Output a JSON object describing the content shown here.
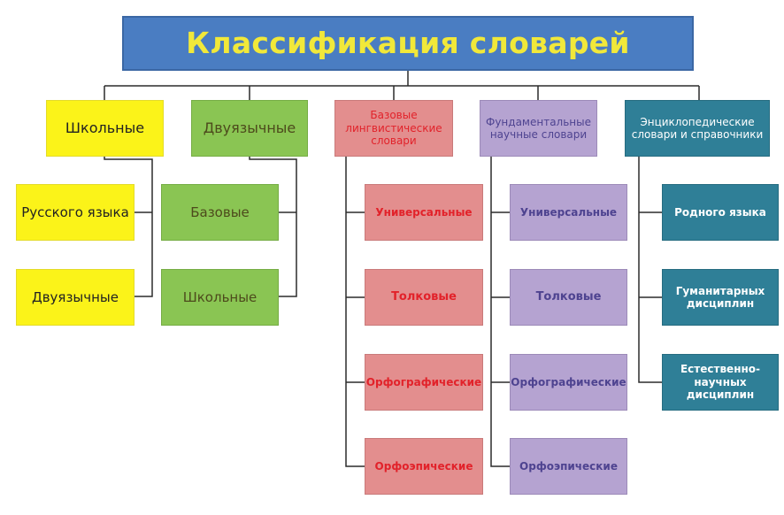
{
  "title": "Классификация словарей",
  "columns": [
    {
      "header": "Школьные",
      "items": [
        "Русского языка",
        "Двуязычные"
      ]
    },
    {
      "header": "Двуязычные",
      "items": [
        "Базовые",
        "Школьные"
      ]
    },
    {
      "header": "Базовые лингвистические словари",
      "items": [
        "Универсальные",
        "Толковые",
        "Орфографические",
        "Орфоэпические"
      ]
    },
    {
      "header": "Фундаментальные научные словари",
      "items": [
        "Универсальные",
        "Толковые",
        "Орфографические",
        "Орфоэпические"
      ]
    },
    {
      "header": "Энциклопедические словари и справочники",
      "items": [
        "Родного языка",
        "Гуманитарных дисциплин",
        "Естественно-научных дисциплин"
      ]
    }
  ],
  "colors": {
    "title_bg": "#4a7dc2",
    "title_text": "#f1e83a",
    "yellow": "#fbf319",
    "green": "#8ac553",
    "pink": "#e38e8e",
    "purple": "#b5a3d1",
    "teal": "#2f7f97",
    "connector": "#2b2b2b"
  }
}
